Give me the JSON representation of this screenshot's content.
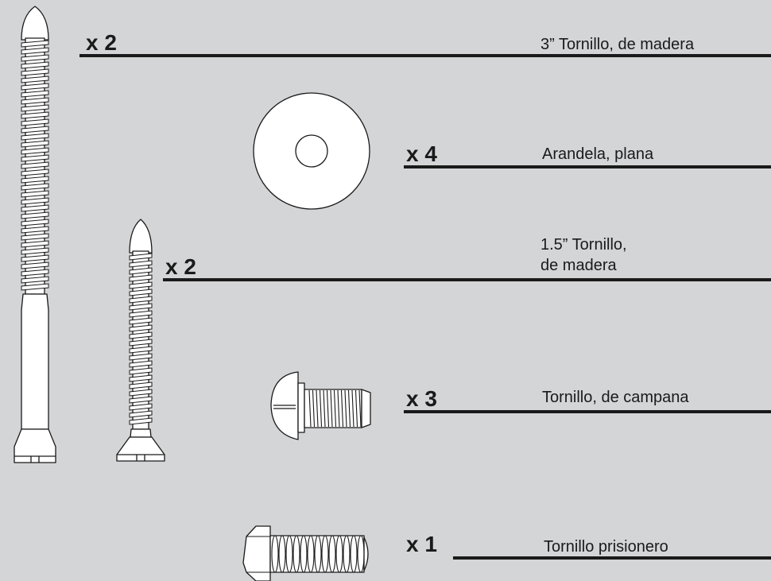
{
  "parts": [
    {
      "id": "wood-screw-3in",
      "quantity": "x 2",
      "label_lines": [
        "3” Tornillo, de madera"
      ]
    },
    {
      "id": "washer-flat",
      "quantity": "x 4",
      "label_lines": [
        "Arandela, plana"
      ]
    },
    {
      "id": "wood-screw-1-5in",
      "quantity": "x 2",
      "label_lines": [
        "1.5” Tornillo,",
        "de madera"
      ]
    },
    {
      "id": "bell-screw",
      "quantity": "x 3",
      "label_lines": [
        "Tornillo, de campana"
      ]
    },
    {
      "id": "set-screw",
      "quantity": "x 1",
      "label_lines": [
        "Tornillo prisionero"
      ]
    }
  ],
  "colors": {
    "background": "#d4d5d7",
    "ink": "#1a1a1a",
    "part_fill": "#ffffff"
  }
}
